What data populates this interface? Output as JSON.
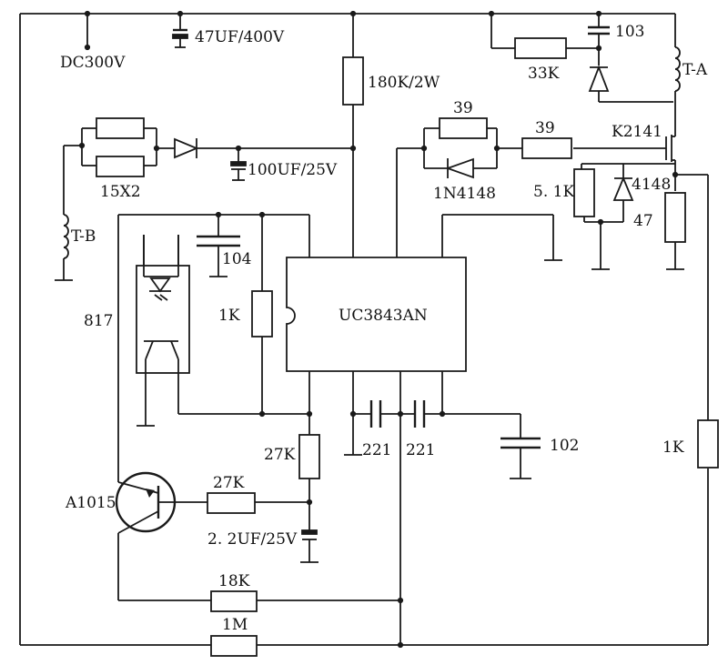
{
  "labels": {
    "dc300v": "DC300V",
    "cap_47uf": "47UF/400V",
    "res_180k": "180K/2W",
    "cap_103": "103",
    "res_33k": "33K",
    "xfmr_ta": "T-A",
    "res_39a": "39",
    "res_39b": "39",
    "mosfet": "K2141",
    "diode_1n4148": "1N4148",
    "res_5k1": "5. 1K",
    "diode_4148": "4148",
    "res_47": "47",
    "res_15x2": "15X2",
    "cap_100uf": "100UF/25V",
    "xfmr_tb": "T-B",
    "cap_104": "104",
    "opto": "817",
    "res_1k_a": "1K",
    "ic": "UC3843AN",
    "res_27k_a": "27K",
    "cap_221a": "221",
    "cap_221b": "221",
    "cap_102": "102",
    "res_1k_b": "1K",
    "transistor": "A1015",
    "res_27k_b": "27K",
    "cap_2u2": "2. 2UF/25V",
    "res_18k": "18K",
    "res_1m": "1M"
  }
}
